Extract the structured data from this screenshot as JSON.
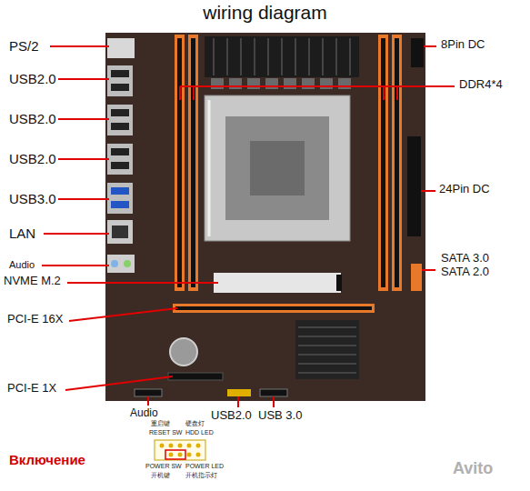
{
  "diagram": {
    "title": "wiring diagram",
    "labels": [
      "PS/2",
      "USB2.0",
      "USB2.0",
      "USB2.0",
      "USB3.0",
      "LAN",
      "Audio",
      "NVME M.2",
      "PCI-E 16X",
      "PCI-E 1X",
      "8Pin DC",
      "DDR4*4",
      "24Pin DC",
      "SATA 3.0",
      "SATA 2.0",
      "Audio",
      "USB2.0",
      "USB 3.0",
      "重启键",
      "硬盘灯",
      "RESET SW",
      "HDD LED",
      "POWER SW",
      "POWER LED",
      "开机键",
      "开机指示灯",
      "Включение",
      "Avito"
    ]
  }
}
